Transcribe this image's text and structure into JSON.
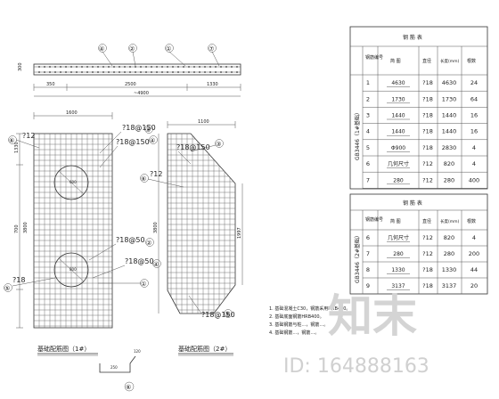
{
  "strip": {
    "callouts": [
      "④",
      "②",
      "①",
      "⑦"
    ],
    "side_dim": "300",
    "dims": [
      "350",
      "2500",
      "1330"
    ],
    "total_dim": "~4900"
  },
  "panel1": {
    "top_dim": "1600",
    "side_dims": [
      "1330",
      "700",
      "3800"
    ],
    "labels": [
      "?12",
      "?18@150",
      "?18@150",
      "?18@50",
      "?18@50",
      "?18"
    ],
    "callouts": [
      "⑥",
      "③",
      "④",
      "②",
      "⑤",
      "①"
    ],
    "hole_labels": [
      "600",
      "800"
    ],
    "caption": "基础配筋图（1#）"
  },
  "panel2": {
    "top_dim": "1100",
    "side_dims": [
      "3800",
      "1997"
    ],
    "labels": [
      "?18@150",
      "?12",
      "?18@150"
    ],
    "callouts": [
      "③",
      "⑥",
      "⑨"
    ],
    "caption": "基础配筋图（2#）"
  },
  "detail": {
    "callout": "⑥",
    "dims": [
      "250",
      "120"
    ]
  },
  "table1": {
    "title": "钢  筋  表",
    "headers": [
      "钢筋编号",
      "简   图",
      "直径",
      "长度(mm)",
      "根数"
    ],
    "group_label": "GB3446（1#基础）",
    "rows": [
      {
        "no": "1",
        "shape": "4630",
        "dia": "?18",
        "len": "4630",
        "cnt": "24"
      },
      {
        "no": "2",
        "shape": "1730",
        "dia": "?18",
        "len": "1730",
        "cnt": "64"
      },
      {
        "no": "3",
        "shape": "1440",
        "dia": "?18",
        "len": "1440",
        "cnt": "16"
      },
      {
        "no": "4",
        "shape": "1440",
        "dia": "?18",
        "len": "1440",
        "cnt": "16"
      },
      {
        "no": "5",
        "shape": "Φ900",
        "dia": "?18",
        "len": "2830",
        "cnt": "4"
      },
      {
        "no": "6",
        "shape": "几何尺寸",
        "dia": "?12",
        "len": "820",
        "cnt": "4"
      },
      {
        "no": "7",
        "shape": "280",
        "dia": "?12",
        "len": "280",
        "cnt": "400"
      }
    ]
  },
  "table2": {
    "title": "钢  筋  表",
    "headers": [
      "钢筋编号",
      "简   图",
      "直径",
      "长度(mm)",
      "根数"
    ],
    "group_label": "GB3446（2#基础）",
    "rows": [
      {
        "no": "6",
        "shape": "几何尺寸",
        "dia": "?12",
        "len": "820",
        "cnt": "4"
      },
      {
        "no": "7",
        "shape": "280",
        "dia": "?12",
        "len": "280",
        "cnt": "200"
      },
      {
        "no": "8",
        "shape": "1330",
        "dia": "?18",
        "len": "1330",
        "cnt": "44"
      },
      {
        "no": "9",
        "shape": "3137",
        "dia": "?18",
        "len": "3137",
        "cnt": "20"
      }
    ]
  },
  "notes": [
    "1. 基础混凝土C30，钢筋采用HRB400。",
    "2. 基础底面钢筋HRB400。",
    "3. 基础钢筋与桩…，钢筋…。",
    "4. 基础钢筋…，钢筋…。"
  ],
  "watermark": {
    "text": "知末",
    "id_text": "ID: 164888163"
  }
}
